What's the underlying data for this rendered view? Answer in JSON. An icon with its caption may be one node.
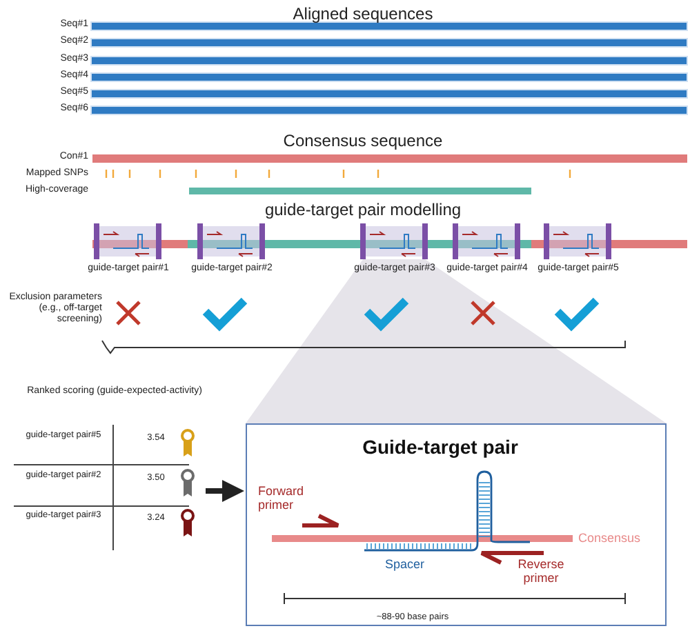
{
  "diagram": {
    "nodes": [
      {
        "text": [
          "Ranked scoring (guide-expected-activity)",
          "guide-target pair#5",
          "3.54",
          "guide-target pair#2",
          "3.50",
          "guide-target pair#3",
          "3.24"
        ]
      },
      {
        "text": [
          "Guide-target pair",
          "Forward primer",
          "Consensus",
          "Spacer",
          "Reverse primer",
          "~88-90 base pairs"
        ]
      }
    ],
    "edges": [
      {
        "from": 0,
        "to": 1,
        "arrow": "to"
      }
    ],
    "labels": [
      "Aligned sequences",
      "Seq#1",
      "Seq#2",
      "Seq#3",
      "Seq#4",
      "Seq#5",
      "Seq#6",
      "Consensus sequence",
      "Con#1",
      "Mapped SNPs",
      "High-coverage",
      "guide-target pair modelling",
      "guide-target pair#1",
      "guide-target pair#2",
      "guide-target pair#3",
      "guide-target pair#4",
      "guide-target pair#5",
      "Exclusion parameters (e.g., off-target screening)"
    ]
  }
}
